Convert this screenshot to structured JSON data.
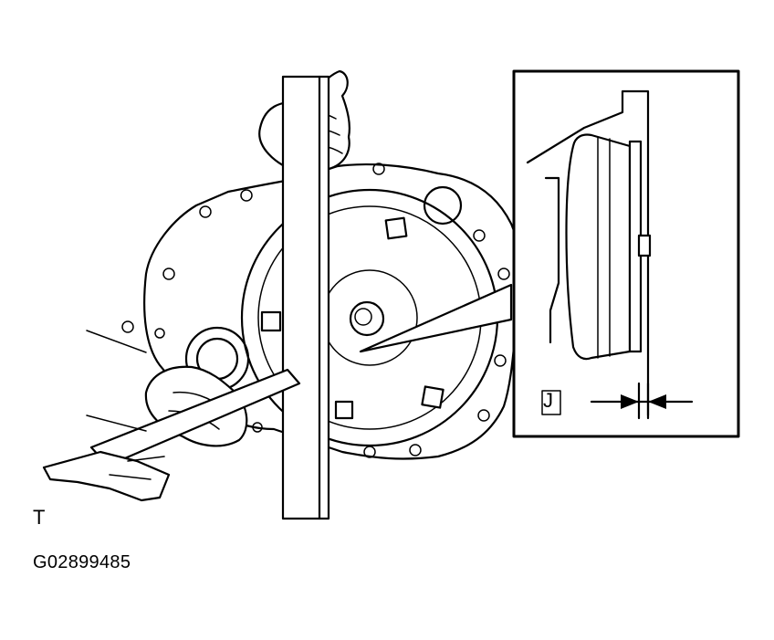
{
  "labels": {
    "inset_letter": "J",
    "corner_mark": "T",
    "figure_code": "G02899485"
  }
}
